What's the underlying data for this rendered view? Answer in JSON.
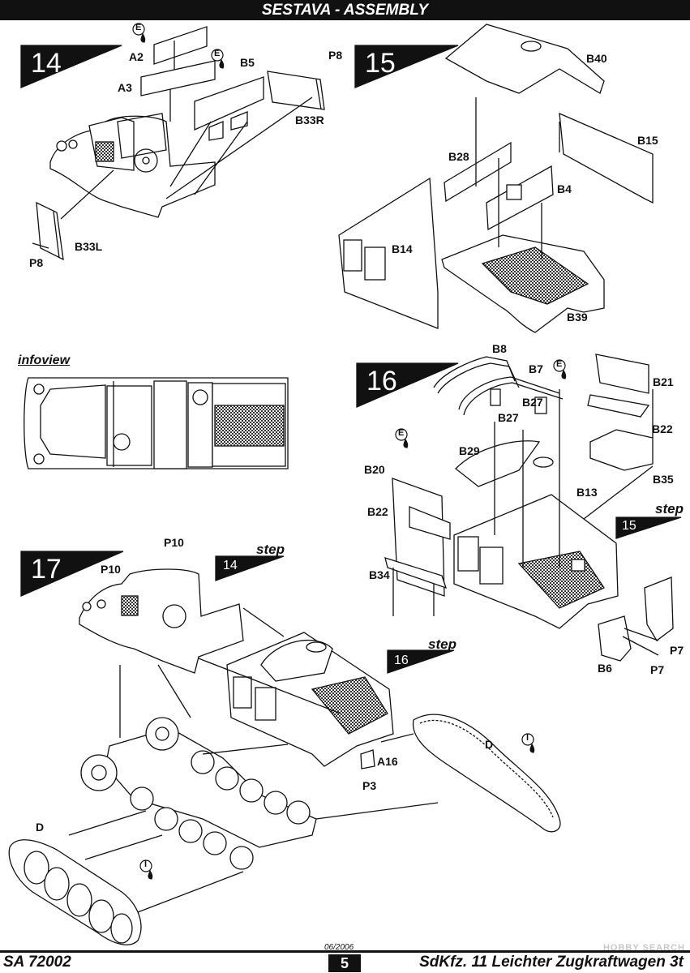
{
  "header": {
    "title": "SESTAVA - ASSEMBLY"
  },
  "steps": {
    "s14": "14",
    "s15": "15",
    "s16": "16",
    "s17": "17"
  },
  "step14": {
    "parts": {
      "a2": "A2",
      "a3": "A3",
      "b5": "B5",
      "p8_top": "P8",
      "b33r": "B33R",
      "b33l": "B33L",
      "p8_bottom": "P8"
    },
    "symbols": {
      "e1": "E",
      "e2": "E"
    }
  },
  "step15": {
    "parts": {
      "b40": "B40",
      "b15": "B15",
      "b28": "B28",
      "b4": "B4",
      "b14": "B14",
      "b39": "B39"
    }
  },
  "infoview": {
    "label": "infoview"
  },
  "step16": {
    "parts": {
      "b8": "B8",
      "b7": "B7",
      "b27a": "B27",
      "b27b": "B27",
      "b21": "B21",
      "b22a": "B22",
      "b35": "B35",
      "b29": "B29",
      "b13": "B13",
      "b20": "B20",
      "b22b": "B22",
      "b34": "B34",
      "p7a": "P7",
      "p7b": "P7",
      "b6": "B6"
    },
    "symbols": {
      "e1": "E",
      "e2": "E"
    },
    "ref": {
      "word": "step",
      "num": "15"
    }
  },
  "step17": {
    "parts": {
      "p10a": "P10",
      "p10b": "P10",
      "a16": "A16",
      "p3": "P3",
      "d_right": "D",
      "d_left": "D"
    },
    "symbols": {
      "i1": "I",
      "i2": "I"
    },
    "ref14": {
      "word": "step",
      "num": "14"
    },
    "ref16": {
      "word": "step",
      "num": "16"
    }
  },
  "footer": {
    "code": "SA 72002",
    "date": "06/2006",
    "page": "5",
    "title": "SdKfz. 11 Leichter Zugkraftwagen 3t",
    "watermark": "HOBBY SEARCH"
  }
}
